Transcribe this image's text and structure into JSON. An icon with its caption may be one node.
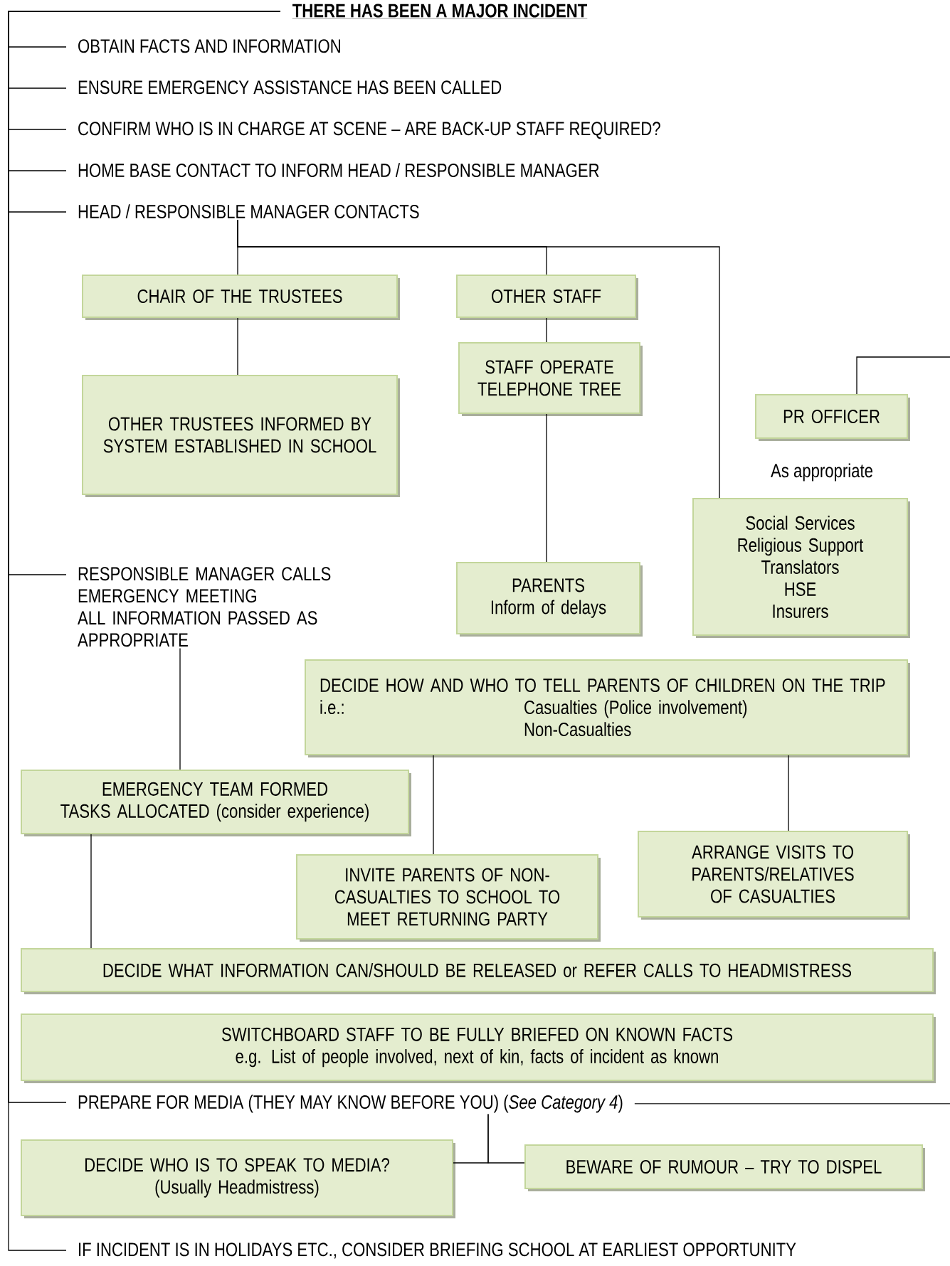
{
  "diagram": {
    "nodes": [
      {
        "text": [
          "THERE HAS BEEN A MAJOR INCIDENT"
        ]
      },
      {
        "text": [
          "OBTAIN FACTS AND INFORMATION"
        ]
      },
      {
        "text": [
          "ENSURE EMERGENCY ASSISTANCE HAS BEEN CALLED"
        ]
      },
      {
        "text": [
          "CONFIRM WHO IS IN CHARGE AT SCENE – ARE BACK-UP STAFF REQUIRED?"
        ]
      },
      {
        "text": [
          "HOME BASE CONTACT TO INFORM HEAD / RESPONSIBLE MANAGER"
        ]
      },
      {
        "text": [
          "HEAD / RESPONSIBLE MANAGER CONTACTS"
        ]
      },
      {
        "text": [
          "CHAIR OF THE TRUSTEES"
        ]
      },
      {
        "text": [
          "OTHER STAFF"
        ]
      },
      {
        "text": [
          "STAFF OPERATE TELEPHONE TREE"
        ]
      },
      {
        "text": [
          "OTHER TRUSTEES INFORMED BY SYSTEM ESTABLISHED IN SCHOOL"
        ]
      },
      {
        "text": [
          "PR OFFICER"
        ]
      },
      {
        "text": [
          "Social Services",
          "Religious Support",
          "Translators",
          "HSE",
          "Insurers"
        ],
        "beside": [
          "As appropriate"
        ]
      },
      {
        "text": [
          "RESPONSIBLE MANAGER CALLS EMERGENCY MEETING",
          "ALL INFORMATION PASSED AS APPROPRIATE"
        ]
      },
      {
        "text": [
          "PARENTS",
          "Inform of delays"
        ]
      },
      {
        "text": [
          "DECIDE HOW AND WHO TO TELL PARENTS OF CHILDREN ON THE TRIP i.e.:",
          "Casualties (Police involvement)",
          "Non-Casualties"
        ]
      },
      {
        "text": [
          "EMERGENCY TEAM FORMED",
          "TASKS ALLOCATED (consider experience)"
        ]
      },
      {
        "text": [
          "INVITE PARENTS OF NON-CASUALTIES TO SCHOOL TO MEET RETURNING PARTY"
        ]
      },
      {
        "text": [
          "ARRANGE VISITS TO PARENTS/RELATIVES OF CASUALTIES"
        ]
      },
      {
        "text": [
          "DECIDE WHAT INFORMATION CAN/SHOULD BE RELEASED or REFER CALLS TO HEADMISTRESS"
        ]
      },
      {
        "text": [
          "SWITCHBOARD STAFF TO BE FULLY BRIEFED ON KNOWN FACTS",
          "e.g. List of people involved, next of kin, facts of incident as known"
        ]
      },
      {
        "text": [
          "PREPARE FOR MEDIA (THEY MAY KNOW BEFORE YOU) (*See Category 4*)"
        ]
      },
      {
        "text": [
          "DECIDE WHO IS TO SPEAK TO MEDIA?",
          "(Usually Headmistress)"
        ]
      },
      {
        "text": [
          "BEWARE OF RUMOUR – TRY TO DISPEL"
        ]
      },
      {
        "text": [
          "IF INCIDENT IS IN HOLIDAYS ETC., CONSIDER BRIEFING SCHOOL AT EARLIEST OPPORTUNITY"
        ]
      }
    ],
    "edges": [
      {
        "from": 0,
        "to": 1,
        "arrow": "none"
      },
      {
        "from": 0,
        "to": 2,
        "arrow": "none"
      },
      {
        "from": 0,
        "to": 3,
        "arrow": "none"
      },
      {
        "from": 0,
        "to": 4,
        "arrow": "none"
      },
      {
        "from": 0,
        "to": 5,
        "arrow": "none"
      },
      {
        "from": 5,
        "to": 6,
        "arrow": "none"
      },
      {
        "from": 5,
        "to": 7,
        "arrow": "none"
      },
      {
        "from": 5,
        "to": 11,
        "arrow": "none"
      },
      {
        "from": 6,
        "to": 9,
        "arrow": "none"
      },
      {
        "from": 7,
        "to": 8,
        "arrow": "none"
      },
      {
        "from": 8,
        "to": 13,
        "arrow": "none"
      },
      {
        "from": 10,
        "to": null,
        "arrow": "none"
      },
      {
        "from": 0,
        "to": 12,
        "arrow": "none"
      },
      {
        "from": 12,
        "to": 15,
        "arrow": "none"
      },
      {
        "from": 14,
        "to": 16,
        "arrow": "none"
      },
      {
        "from": 14,
        "to": 17,
        "arrow": "none"
      },
      {
        "from": 15,
        "to": 18,
        "arrow": "none"
      },
      {
        "from": 0,
        "to": 20,
        "arrow": "none"
      },
      {
        "from": 20,
        "to": null,
        "arrow": "none"
      },
      {
        "from": 20,
        "to": 21,
        "arrow": "none"
      },
      {
        "from": 20,
        "to": 22,
        "arrow": "none"
      },
      {
        "from": 0,
        "to": 23,
        "arrow": "none"
      }
    ]
  }
}
